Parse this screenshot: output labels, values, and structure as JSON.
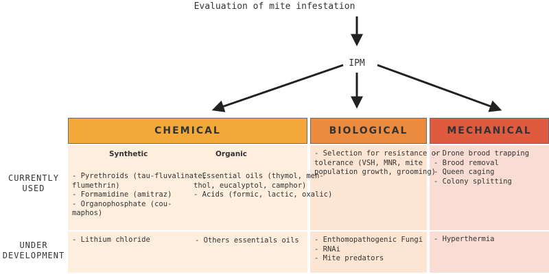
{
  "title": "Evaluation of mite infestation",
  "center_node": "IPM",
  "columns": {
    "chemical": "CHEMICAL",
    "biological": "BIOLOGICAL",
    "mechanical": "MECHANICAL"
  },
  "rows": {
    "currently_used": "CURRENTLY\nUSED",
    "under_development": "UNDER\nDEVELOPMENT"
  },
  "chemical": {
    "synthetic_heading": "Synthetic",
    "organic_heading": "Organic",
    "current_synthetic": "- Pyrethroids (tau-fluvalinate,\nflumethrin)\n- Formamidine (amitraz)\n- Organophosphate (cou-\nmaphos)",
    "current_organic": "- Essential oils (thymol, men-\nthol, eucalyptol, camphor)\n- Acids (formic, lactic, oxalic)",
    "dev_synthetic": "- Lithium chloride",
    "dev_organic": "- Others essentials oils"
  },
  "biological": {
    "current": "- Selection for resistance or\ntolerance (VSH, MNR, mite\npopulation growth, grooming)",
    "dev": "- Enthomopathogenic Fungi\n- RNAi\n- Mite predators"
  },
  "mechanical": {
    "current": "- Drone brood trapping\n- Brood removal\n- Queen caging\n- Colony splitting",
    "dev": "- Hyperthermia"
  },
  "colors": {
    "chemical": "#f3a93a",
    "biological": "#ec8b3e",
    "mechanical": "#e05a3f"
  }
}
